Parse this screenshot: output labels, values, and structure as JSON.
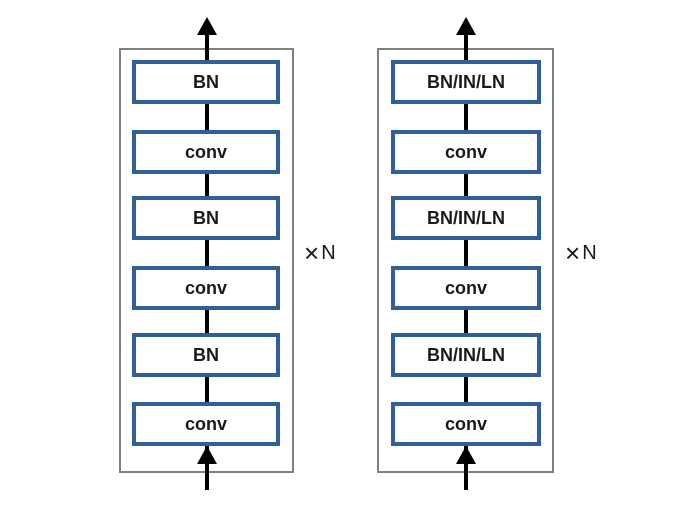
{
  "left_stack": {
    "layers": [
      "BN",
      "conv",
      "BN",
      "conv",
      "BN",
      "conv"
    ],
    "repeat": {
      "symbol": "×",
      "count": "N"
    }
  },
  "right_stack": {
    "layers": [
      "BN/IN/LN",
      "conv",
      "BN/IN/LN",
      "conv",
      "BN/IN/LN",
      "conv"
    ],
    "repeat": {
      "symbol": "×",
      "count": "N"
    }
  },
  "colors": {
    "layer_border": "#2e5f99",
    "frame_border": "#7f7f7f",
    "arrow": "#000000"
  }
}
